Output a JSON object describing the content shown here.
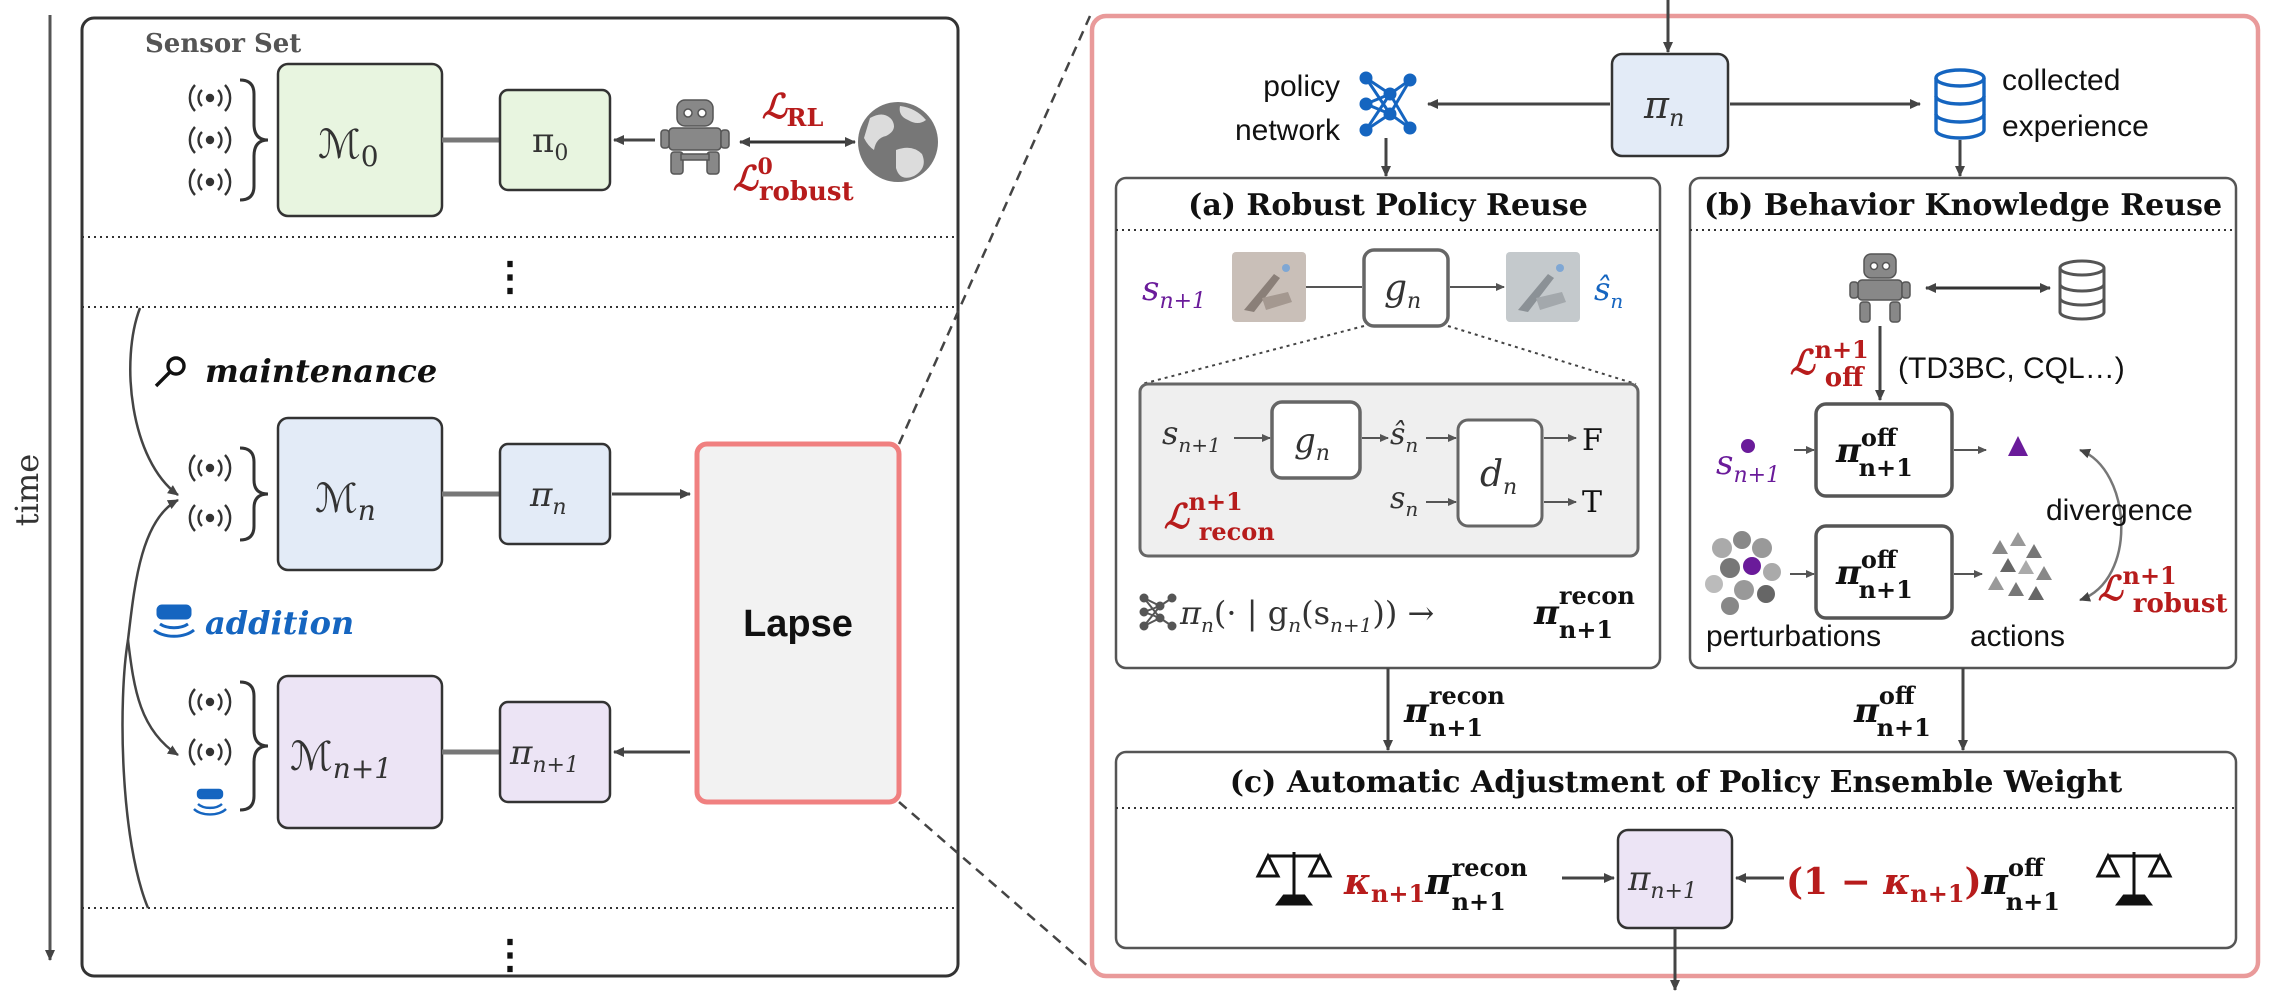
{
  "left_panel": {
    "time_label": "time",
    "sensor_set_label": "Sensor Set",
    "model_0": "ℳ",
    "model_0_sub": "0",
    "policy_0": "π",
    "policy_0_sub": "0",
    "loss_rl": "ℒ",
    "loss_rl_sub": "RL",
    "loss_robust0": "ℒ",
    "loss_robust0_sup": "0",
    "loss_robust0_sub": "robust",
    "dots": "⋮",
    "maintenance_label": "maintenance",
    "addition_label": "addition",
    "model_n": "ℳ",
    "model_n_sub": "n",
    "policy_n": "π",
    "policy_n_sub": "n",
    "model_n1": "ℳ",
    "model_n1_sub": "n+1",
    "policy_n1": "π",
    "policy_n1_sub": "n+1",
    "lapse_label": "Lapse"
  },
  "right_panel": {
    "top_policy": "π",
    "top_policy_sub": "n",
    "policy_network_line1": "policy",
    "policy_network_line2": "network",
    "collected_line1": "collected",
    "collected_line2": "experience",
    "section_a_title": "(a) Robust Policy Reuse",
    "section_b_title": "(b) Behavior Knowledge Reuse",
    "section_c_title": "(c) Automatic Adjustment of Policy Ensemble Weight",
    "a": {
      "s_n1": "s",
      "s_n1_sub": "n+1",
      "g_n": "g",
      "g_n_sub": "n",
      "s_hat_n": "ŝ",
      "s_hat_n_sub": "n",
      "inner_s_n1": "s",
      "inner_s_n1_sub": "n+1",
      "inner_g": "g",
      "inner_g_sub": "n",
      "inner_shat": "ŝ",
      "inner_shat_sub": "n",
      "inner_s_n": "s",
      "inner_s_n_sub": "n",
      "d_n": "d",
      "d_n_sub": "n",
      "out_F": "F",
      "out_T": "T",
      "loss_recon": "ℒ",
      "loss_recon_sup": "n+1",
      "loss_recon_sub": "recon",
      "formula": "π",
      "formula_rest": "(· | g",
      "formula_rest2": "(s",
      "formula_rest3": ")) →",
      "formula_sub_n": "n",
      "formula_sub_n2": "n",
      "formula_sub_n1": "n+1",
      "formula_out": "π",
      "formula_out_sup": "recon",
      "formula_out_sub": "n+1"
    },
    "b": {
      "loss_off": "ℒ",
      "loss_off_sup": "n+1",
      "loss_off_sub": "off",
      "algos": "(TD3BC, CQL…)",
      "s_n1": "s",
      "s_n1_sub": "n+1",
      "pi_off": "π",
      "pi_off_sup": "off",
      "pi_off_sub": "n+1",
      "divergence": "divergence",
      "perturbations": "perturbations",
      "actions": "actions",
      "loss_robust": "ℒ",
      "loss_robust_sup": "n+1",
      "loss_robust_sub": "robust"
    },
    "edge_a_label": "π",
    "edge_a_sup": "recon",
    "edge_a_sub": "n+1",
    "edge_b_label": "π",
    "edge_b_sup": "off",
    "edge_b_sub": "n+1",
    "c": {
      "kappa": "κ",
      "kappa_sub": "n+1",
      "pi_recon": "π",
      "pi_recon_sup": "recon",
      "pi_recon_sub": "n+1",
      "center": "π",
      "center_sub": "n+1",
      "open_paren": "(1 − ",
      "kappa2": "κ",
      "kappa2_sub": "n+1",
      "close_paren": ")",
      "pi_off": "π",
      "pi_off_sup": "off",
      "pi_off_sub": "n+1"
    }
  },
  "colors": {
    "green_fill": "#e8f5e0",
    "blue_fill": "#e3ebf7",
    "purple_fill": "#ece4f5",
    "lapse_fill": "#f2f2f2",
    "lapse_border": "#f08080",
    "panel_border": "#e99a9a",
    "accent_red": "#b71c1c",
    "accent_blue": "#1565c0"
  }
}
